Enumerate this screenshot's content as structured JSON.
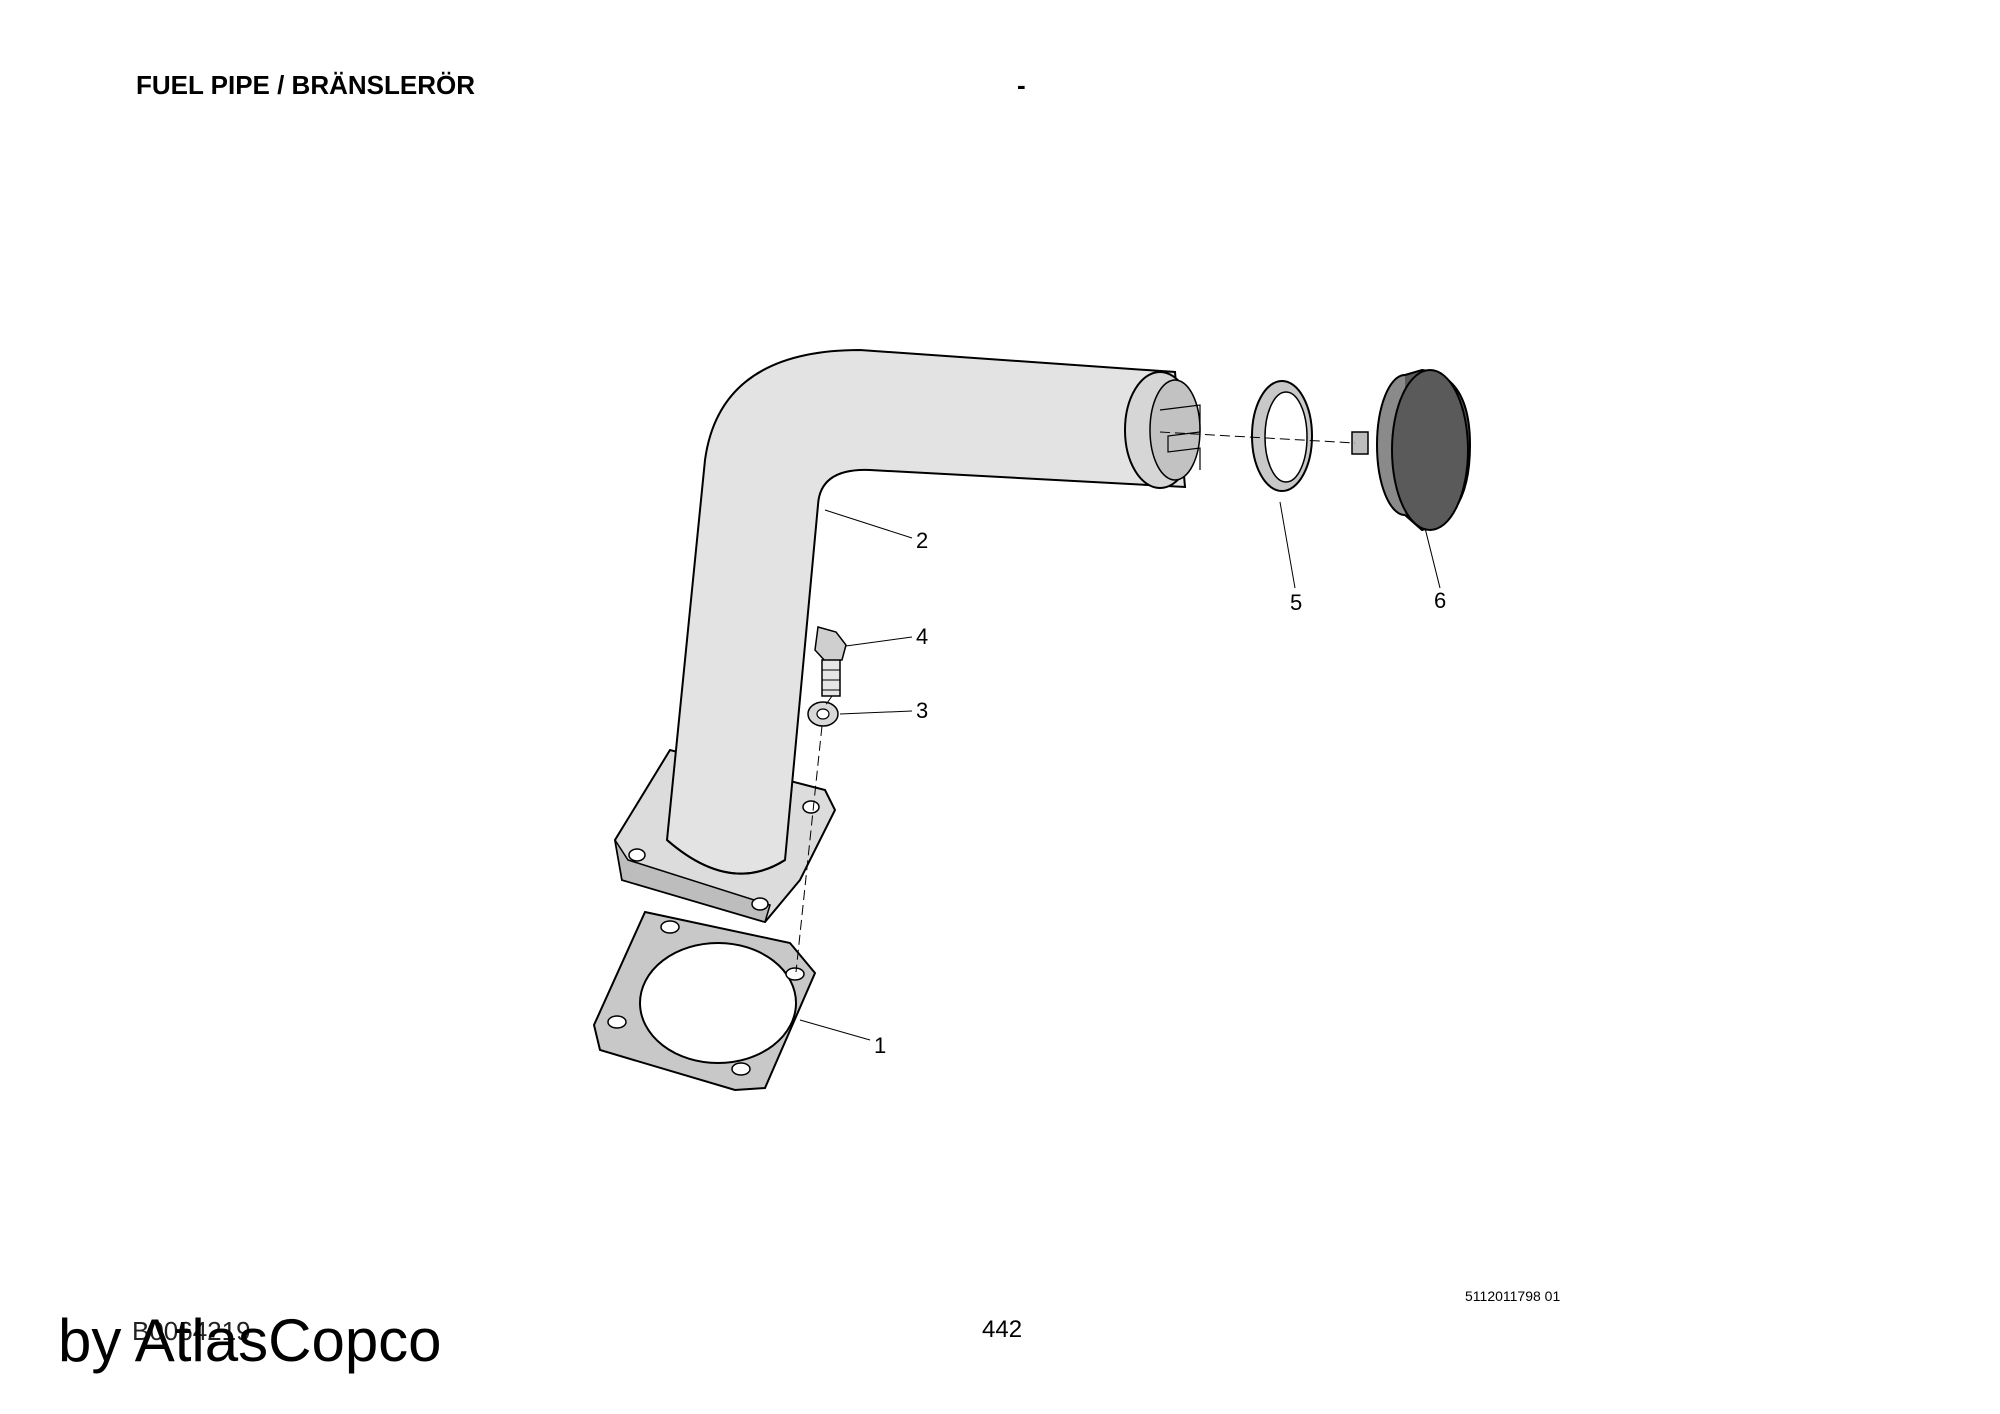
{
  "header": {
    "title": "FUEL PIPE / BRÄNSLERÖR",
    "dash": "-"
  },
  "footer": {
    "doc_ref": "5112011798 01",
    "page_number": "442",
    "part_code": "B0064219",
    "watermark": "by AtlasCopco"
  },
  "callouts": {
    "c1": "1",
    "c2": "2",
    "c3": "3",
    "c4": "4",
    "c5": "5",
    "c6": "6"
  },
  "colors": {
    "pipe_fill": "#e3e3e3",
    "gasket_fill": "#c8c8c8",
    "cap_fill": "#5a5a5a",
    "line": "#000000"
  }
}
